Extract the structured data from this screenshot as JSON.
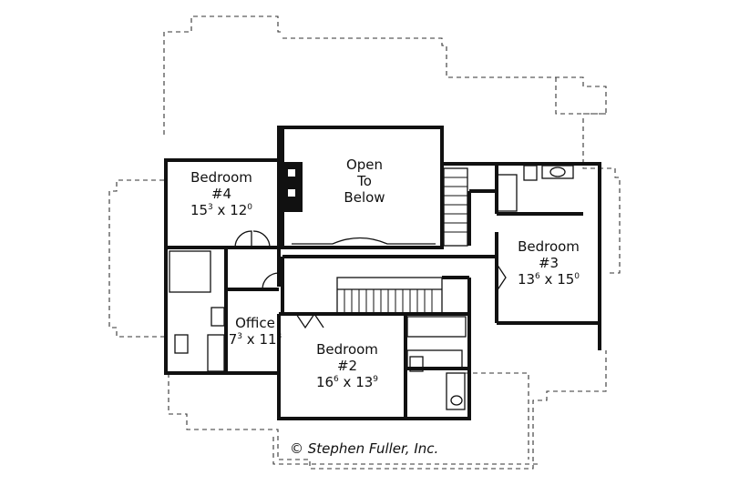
{
  "rooms": {
    "open_to_below": {
      "line1": "Open",
      "line2": "To",
      "line3": "Below"
    },
    "bedroom4": {
      "name": "Bedroom",
      "number": "#4",
      "dim_a": "15",
      "dim_a_sup": "3",
      "x": " x ",
      "dim_b": "12",
      "dim_b_sup": "0"
    },
    "bedroom3": {
      "name": "Bedroom",
      "number": "#3",
      "dim_a": "13",
      "dim_a_sup": "6",
      "x": " x ",
      "dim_b": "15",
      "dim_b_sup": "0"
    },
    "office": {
      "name": "Office",
      "dim_a": "7",
      "dim_a_sup": "3",
      "x": " x ",
      "dim_b": "11",
      "dim_b_sup": "3"
    },
    "bedroom2": {
      "name": "Bedroom",
      "number": "#2",
      "dim_a": "16",
      "dim_a_sup": "6",
      "x": " x ",
      "dim_b": "13",
      "dim_b_sup": "9"
    }
  },
  "credit": "© Stephen Fuller, Inc."
}
